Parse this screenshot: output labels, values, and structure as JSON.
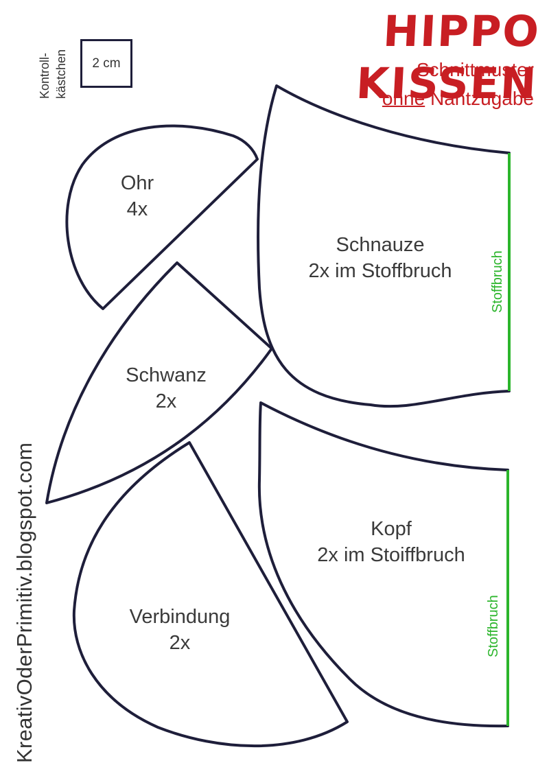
{
  "title": "HIPPO KISSEN",
  "subtitle_line1": "Schnittmuster",
  "subtitle_line2_underlined": "ohne",
  "subtitle_line2_rest": " Nahtzugabe",
  "control_label_line1": "Kontroll-",
  "control_label_line2": "kästchen",
  "control_box_text": "2 cm",
  "pieces": {
    "ohr": {
      "name": "Ohr",
      "count": "4x"
    },
    "schnauze": {
      "name": "Schnauze",
      "count": "2x im Stoffbruch"
    },
    "schwanz": {
      "name": "Schwanz",
      "count": "2x"
    },
    "kopf": {
      "name": "Kopf",
      "count": "2x im Stoiffbruch"
    },
    "verbindung": {
      "name": "Verbindung",
      "count": "2x"
    }
  },
  "fold_label_top": "Stoffbruch",
  "fold_label_bottom": "Stoffbruch",
  "website": "KreativOderPrimitiv.blogspot.com",
  "colors": {
    "title_red": "#c81e23",
    "outline_navy": "#1e1e3a",
    "fold_green": "#2bb52b",
    "text_gray": "#3a3a3a"
  }
}
